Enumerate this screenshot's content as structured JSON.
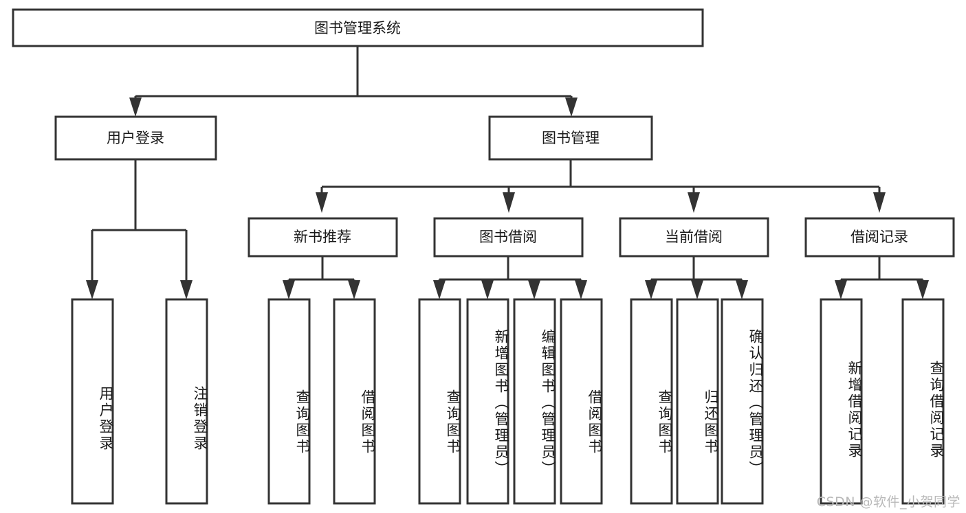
{
  "diagram": {
    "type": "tree",
    "title": "图书管理系统",
    "root": {
      "label": "图书管理系统",
      "orientation": "horizontal"
    },
    "level2": [
      {
        "label": "用户登录",
        "orientation": "horizontal"
      },
      {
        "label": "图书管理",
        "orientation": "horizontal"
      }
    ],
    "level3": [
      {
        "label": "新书推荐",
        "orientation": "horizontal"
      },
      {
        "label": "图书借阅",
        "orientation": "horizontal"
      },
      {
        "label": "当前借阅",
        "orientation": "horizontal"
      },
      {
        "label": "借阅记录",
        "orientation": "horizontal"
      }
    ],
    "leaves": {
      "user_login": [
        {
          "label": "用户登录",
          "orientation": "vertical"
        },
        {
          "label": "注销登录",
          "orientation": "vertical"
        }
      ],
      "new_book_recommend": [
        {
          "label": "查询图书",
          "orientation": "vertical"
        },
        {
          "label": "借阅图书",
          "orientation": "vertical"
        }
      ],
      "book_borrow": [
        {
          "label": "查询图书",
          "orientation": "vertical"
        },
        {
          "label": "新增图书（管理员）",
          "orientation": "vertical"
        },
        {
          "label": "编辑图书（管理员）",
          "orientation": "vertical"
        },
        {
          "label": "借阅图书",
          "orientation": "vertical"
        }
      ],
      "current_borrow": [
        {
          "label": "查询图书",
          "orientation": "vertical"
        },
        {
          "label": "归还图书",
          "orientation": "vertical"
        },
        {
          "label": "确认归还（管理员）",
          "orientation": "vertical"
        }
      ],
      "borrow_record": [
        {
          "label": "新增借阅记录",
          "orientation": "vertical"
        },
        {
          "label": "查询借阅记录",
          "orientation": "vertical"
        }
      ]
    },
    "colors": {
      "stroke": "#333333",
      "fill": "#ffffff",
      "text": "#1a1a1a",
      "watermark": "#b9b9b9"
    }
  },
  "watermark": {
    "text": "CSDN @软件_小贺同学"
  }
}
